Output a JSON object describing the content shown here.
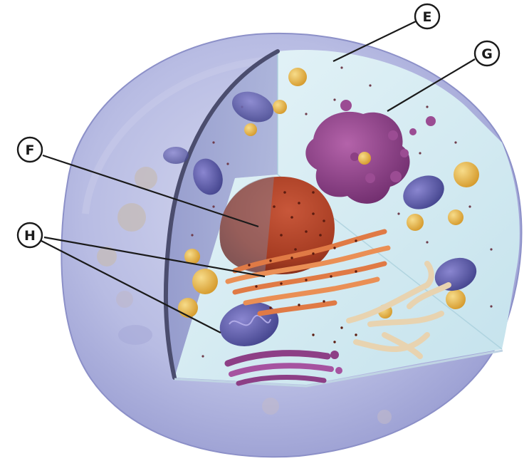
{
  "callouts": {
    "e": "E",
    "f": "F",
    "g": "G",
    "h": "H"
  },
  "colors": {
    "membrane": "#aeb2dd",
    "cytoplasm": "#d6eef4",
    "nucleus": "#b5472b",
    "endoplasmic_reticulum": "#e4824a",
    "mitochondria": "#5a5aa6",
    "golgi": "#8d3f86",
    "lysosome": "#e2b24e"
  }
}
